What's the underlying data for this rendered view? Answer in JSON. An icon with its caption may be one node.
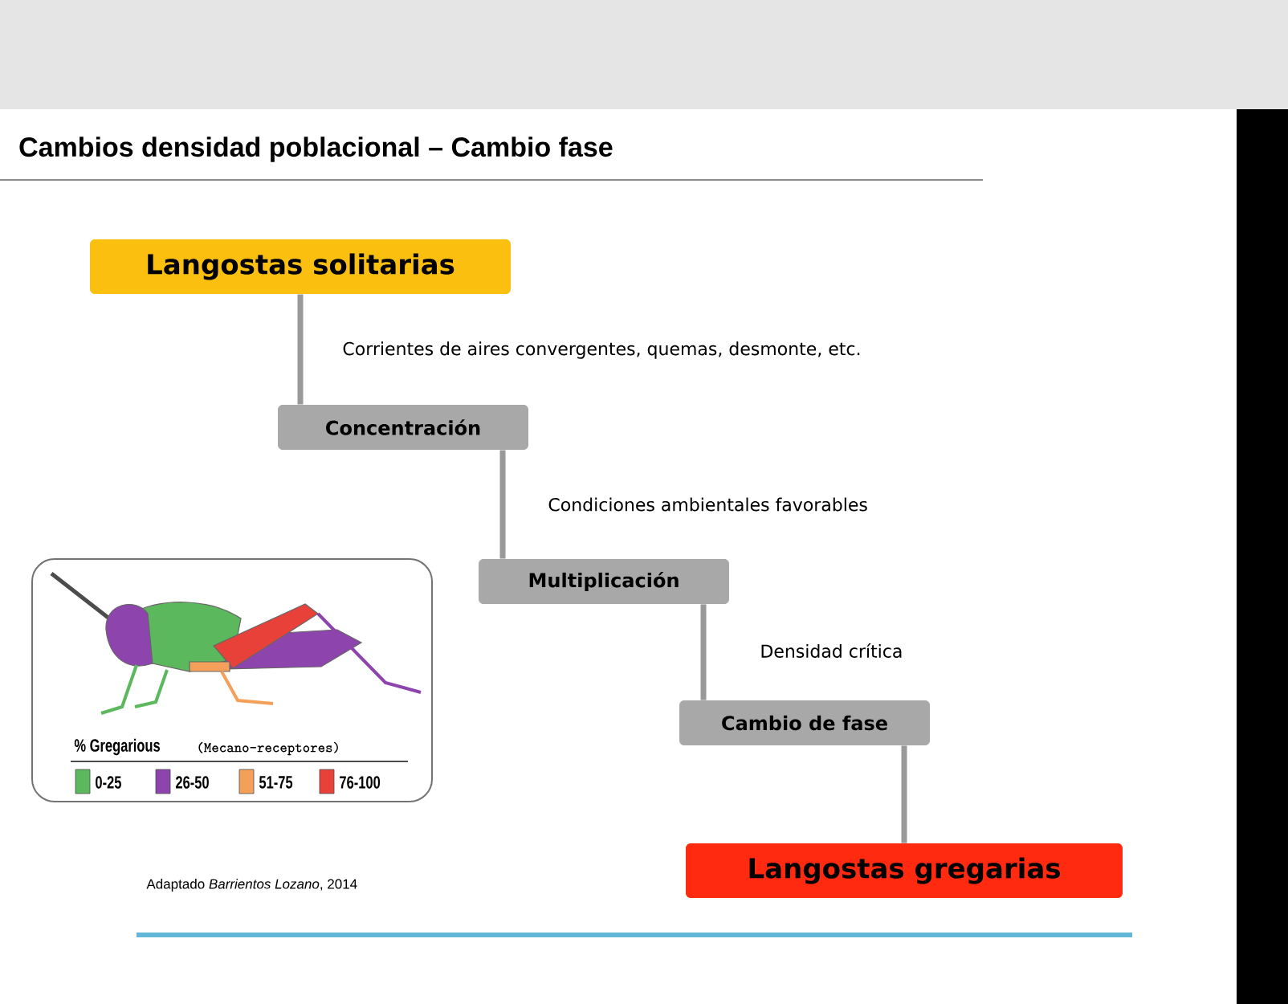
{
  "diagram": {
    "title": "Cambios densidad poblacional – Cambio fase",
    "nodes": [
      {
        "text": [
          "Langostas solitarias"
        ]
      },
      {
        "text": [
          "Concentración"
        ]
      },
      {
        "text": [
          "Multiplicación"
        ]
      },
      {
        "text": [
          "Cambio de fase"
        ]
      },
      {
        "text": [
          "Langostas gregarias"
        ]
      }
    ],
    "edges": [
      {
        "from": 0,
        "to": 1,
        "arrow": "none",
        "label": "Corrientes de aires convergentes, quemas, desmonte, etc."
      },
      {
        "from": 1,
        "to": 2,
        "arrow": "none",
        "label": "Condiciones ambientales favorables"
      },
      {
        "from": 2,
        "to": 3,
        "arrow": "none",
        "label": "Densidad crítica"
      },
      {
        "from": 3,
        "to": 4,
        "arrow": "none"
      }
    ],
    "labels": [
      "% Gregarious",
      "(Mecano-receptores)",
      "Adaptado *Barrientos Lozano*, 2014"
    ],
    "legend": [
      {
        "text": "0-25",
        "color": "#5cb85c"
      },
      {
        "text": "26-50",
        "color": "#8e44ad"
      },
      {
        "text": "51-75",
        "color": "#f5a05a"
      },
      {
        "text": "76-100",
        "color": "#e8413a"
      }
    ]
  }
}
